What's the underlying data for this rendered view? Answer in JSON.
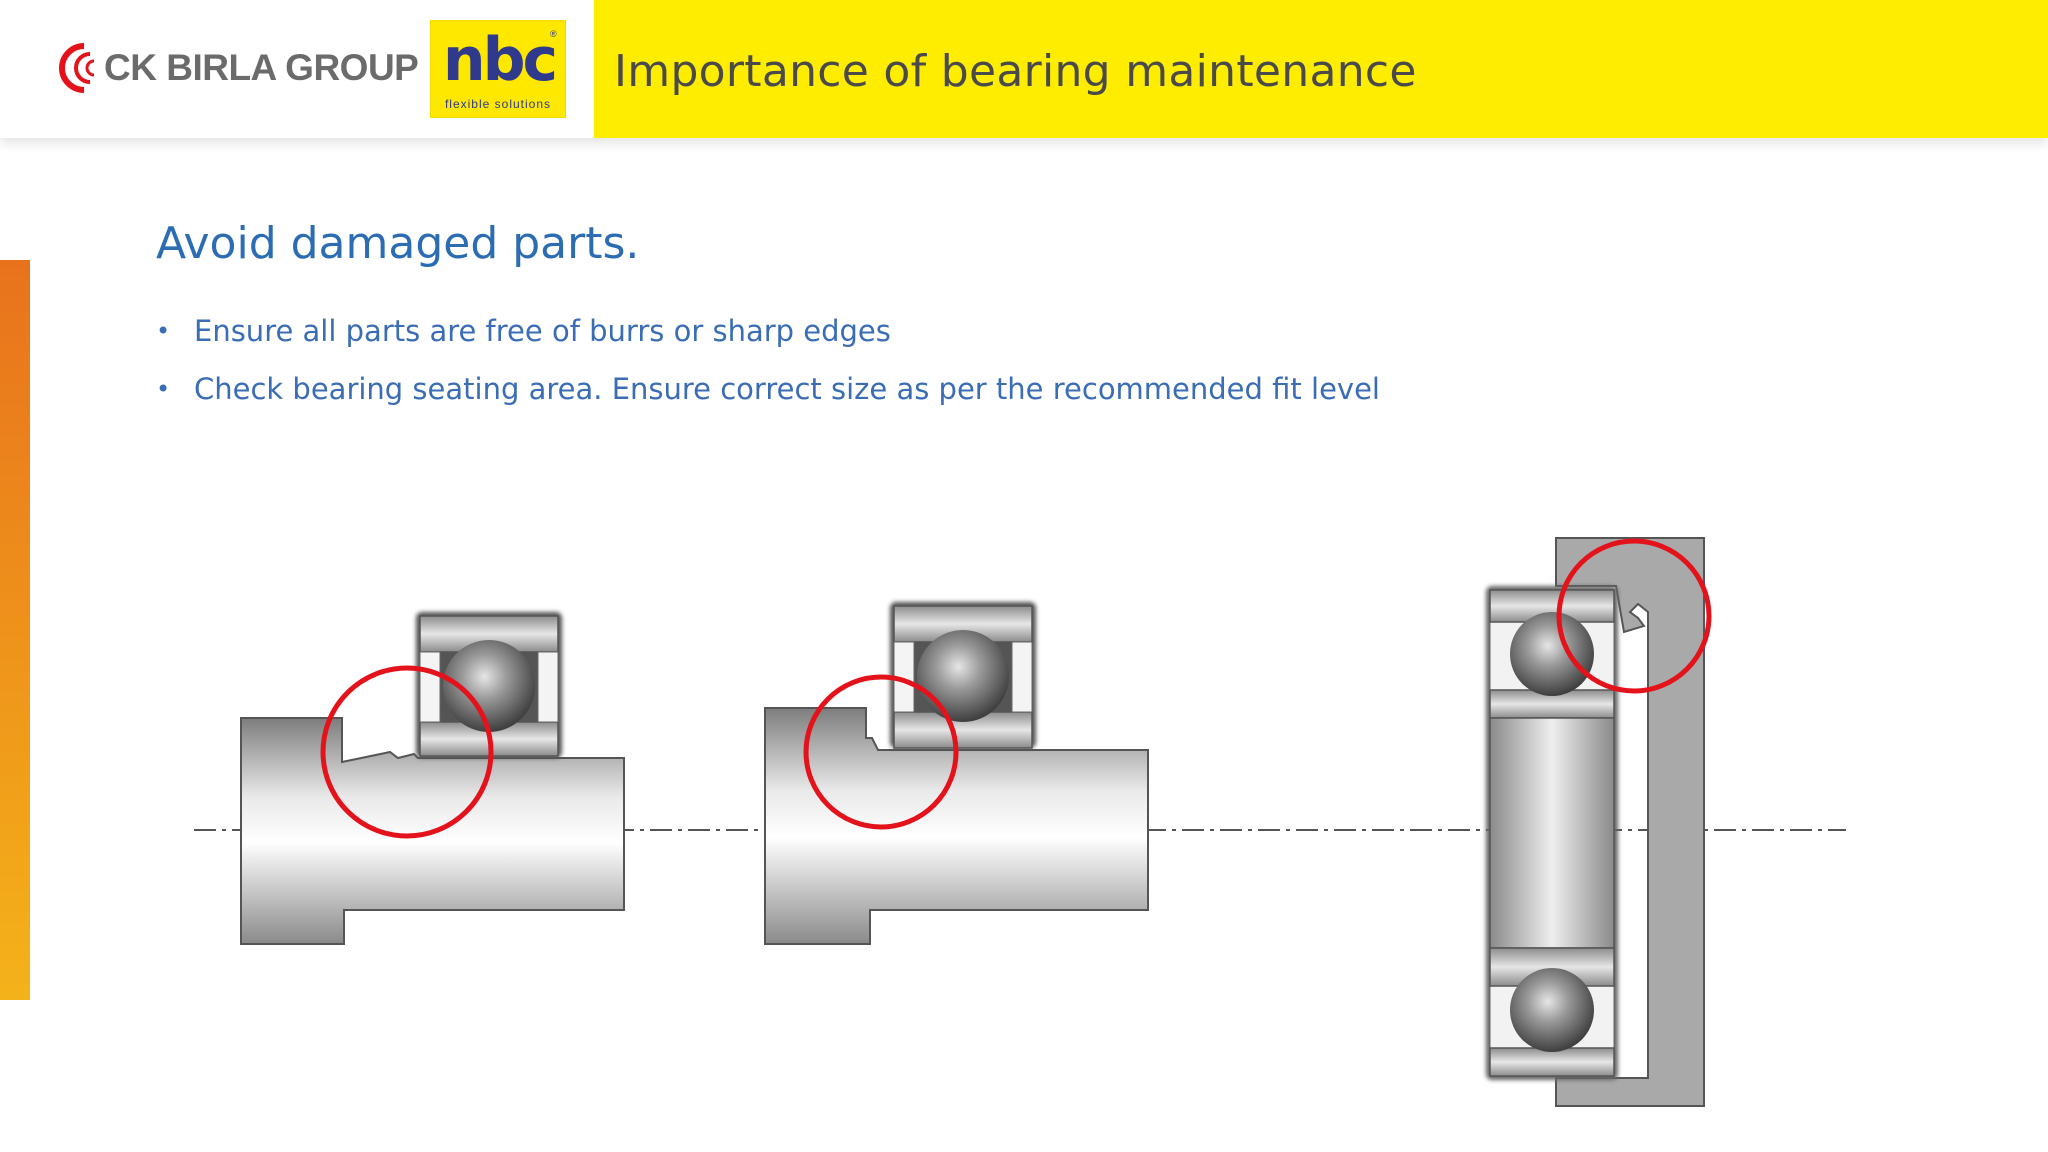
{
  "header": {
    "company_logo_text": "CK BIRLA GROUP",
    "brand_logo_text": "nbc",
    "brand_tagline": "flexible solutions",
    "title": "Importance of bearing maintenance"
  },
  "content": {
    "heading": "Avoid damaged parts.",
    "bullets": [
      "Ensure all parts are free of burrs or sharp edges",
      "Check bearing seating area. Ensure correct size as per the recommended fit level"
    ]
  },
  "colors": {
    "title_bar": "#ffed00",
    "heading_blue": "#2b6cb3",
    "highlight_circle": "#e3121b",
    "accent_gradient_top": "#e8721c",
    "accent_gradient_bottom": "#f4b21a"
  },
  "icons": [
    "ck-birla-swirl-icon",
    "bearing-icon",
    "shaft-icon",
    "housing-icon",
    "damage-highlight-circle"
  ]
}
